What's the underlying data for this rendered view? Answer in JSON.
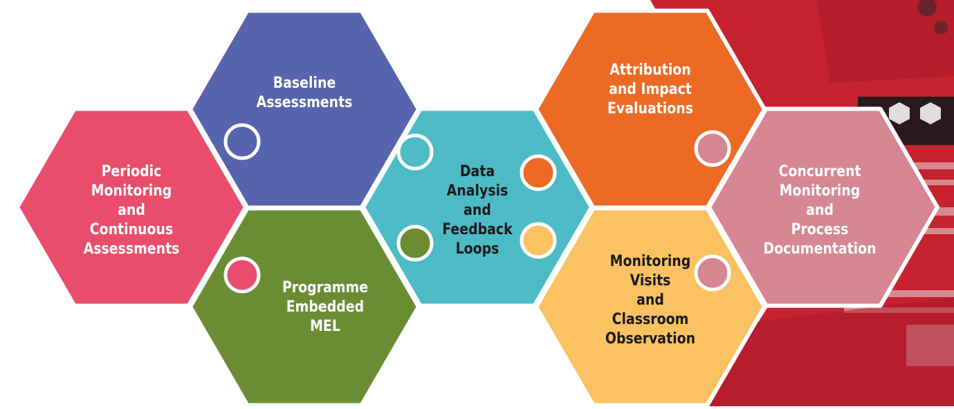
{
  "diagram": {
    "hexagons": [
      {
        "id": "baseline",
        "label": "Baseline\nAssessments",
        "fill": "#5763ac",
        "text_color": "#ffffff"
      },
      {
        "id": "periodic",
        "label": "Periodic\nMonitoring\nand\nContinuous\nAssessments",
        "fill": "#e84e6b",
        "text_color": "#ffffff"
      },
      {
        "id": "programme",
        "label": "Programme\nEmbedded\nMEL",
        "fill": "#6a8d34",
        "text_color": "#ffffff"
      },
      {
        "id": "data",
        "label": "Data\nAnalysis\nand\nFeedback\nLoops",
        "fill": "#4dbbc6",
        "text_color": "#1a1a1a"
      },
      {
        "id": "attribution",
        "label": "Attribution\nand Impact\nEvaluations",
        "fill": "#ec6a24",
        "text_color": "#ffffff"
      },
      {
        "id": "monitoring",
        "label": "Monitoring\nVisits\nand\nClassroom\nObservation",
        "fill": "#fac262",
        "text_color": "#1a1a1a"
      },
      {
        "id": "concurrent",
        "label": "Concurrent\nMonitoring\nand\nProcess\nDocumentation",
        "fill": "#d68692",
        "text_color": "#ffffff"
      }
    ]
  },
  "colors": {
    "photo_red": "#c62230",
    "photo_dark": "#2a1a1e",
    "white_outline": "#ffffff"
  },
  "photo": {
    "description": ""
  }
}
